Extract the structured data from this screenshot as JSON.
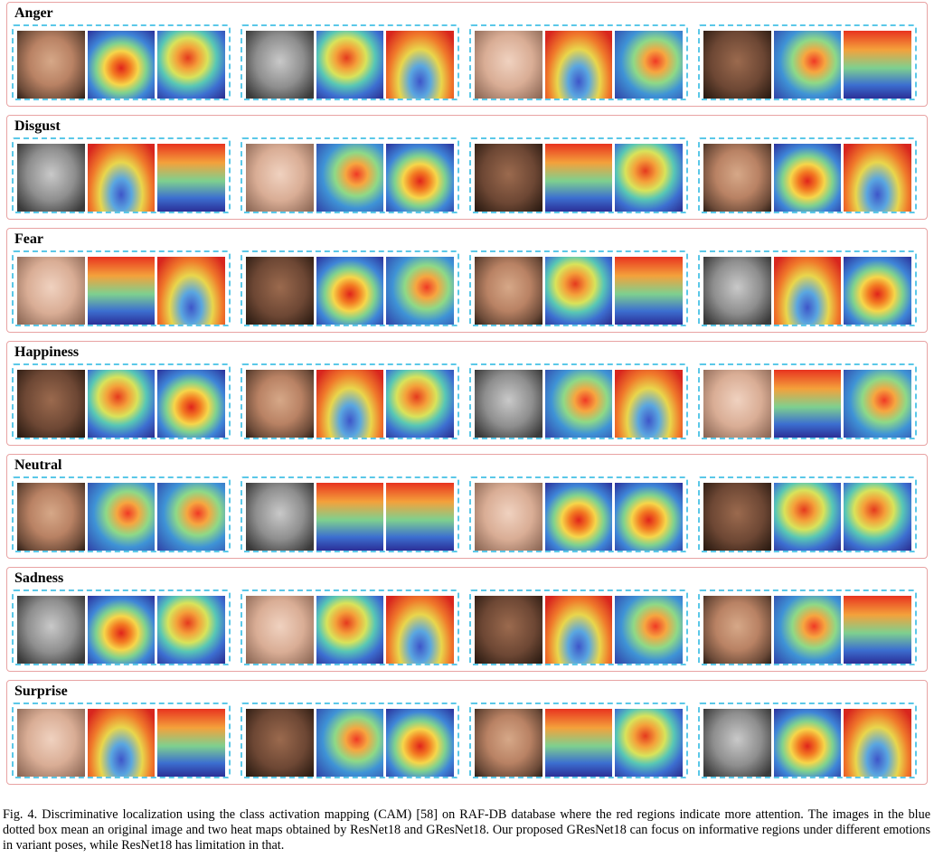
{
  "rows": [
    {
      "label": "Anger"
    },
    {
      "label": "Disgust"
    },
    {
      "label": "Fear"
    },
    {
      "label": "Happiness"
    },
    {
      "label": "Neutral"
    },
    {
      "label": "Sadness"
    },
    {
      "label": "Surprise"
    }
  ],
  "caption": "Fig. 4.  Discriminative localization using the class activation mapping (CAM) [58] on RAF-DB database where the red regions indicate more attention. The images in the blue dotted box mean an original image and two heat maps obtained by ResNet18 and GResNet18. Our proposed GResNet18 can focus on informative regions under different emotions in variant poses, while ResNet18 has limitation in that.",
  "colors": {
    "row_border": "#e8a3a3",
    "group_border": "#5bc8e8"
  }
}
